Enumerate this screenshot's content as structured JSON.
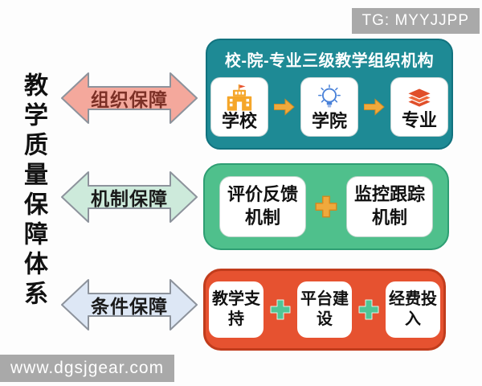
{
  "watermark_top": {
    "label": "TG: MYYJJPP"
  },
  "watermark_bottom": {
    "label": "www.dgsjgear.com"
  },
  "title": {
    "text": "教学质量保障体系"
  },
  "colors": {
    "teal_box": "#1e8a95",
    "green_box": "#4fc08c",
    "orange_box": "#e65230",
    "pink_arrow": "#f4a89c",
    "mint_arrow": "#cdeadb",
    "blue_arrow": "#dde7f5",
    "arrow_outline": "#8d939c",
    "orange_accent": "#f0a93c",
    "green_accent": "#4fc596",
    "maroon_label": "#7c3026"
  },
  "rows": [
    {
      "arrow_label": "组织保障",
      "arrow_fill": "#f4a89c",
      "box_title": "校-院-专业三级教学组织机构",
      "cards": [
        {
          "label": "学校",
          "icon": "school-icon"
        },
        {
          "label": "学院",
          "icon": "lightbulb-icon"
        },
        {
          "label": "专业",
          "icon": "books-icon"
        }
      ]
    },
    {
      "arrow_label": "机制保障",
      "arrow_fill": "#cdeadb",
      "cards": [
        {
          "label": "评价反馈机制"
        },
        {
          "label": "监控跟踪机制"
        }
      ]
    },
    {
      "arrow_label": "条件保障",
      "arrow_fill": "#dde7f5",
      "cards": [
        {
          "label": "教学支持"
        },
        {
          "label": "平台建设"
        },
        {
          "label": "经费投入"
        }
      ]
    }
  ]
}
